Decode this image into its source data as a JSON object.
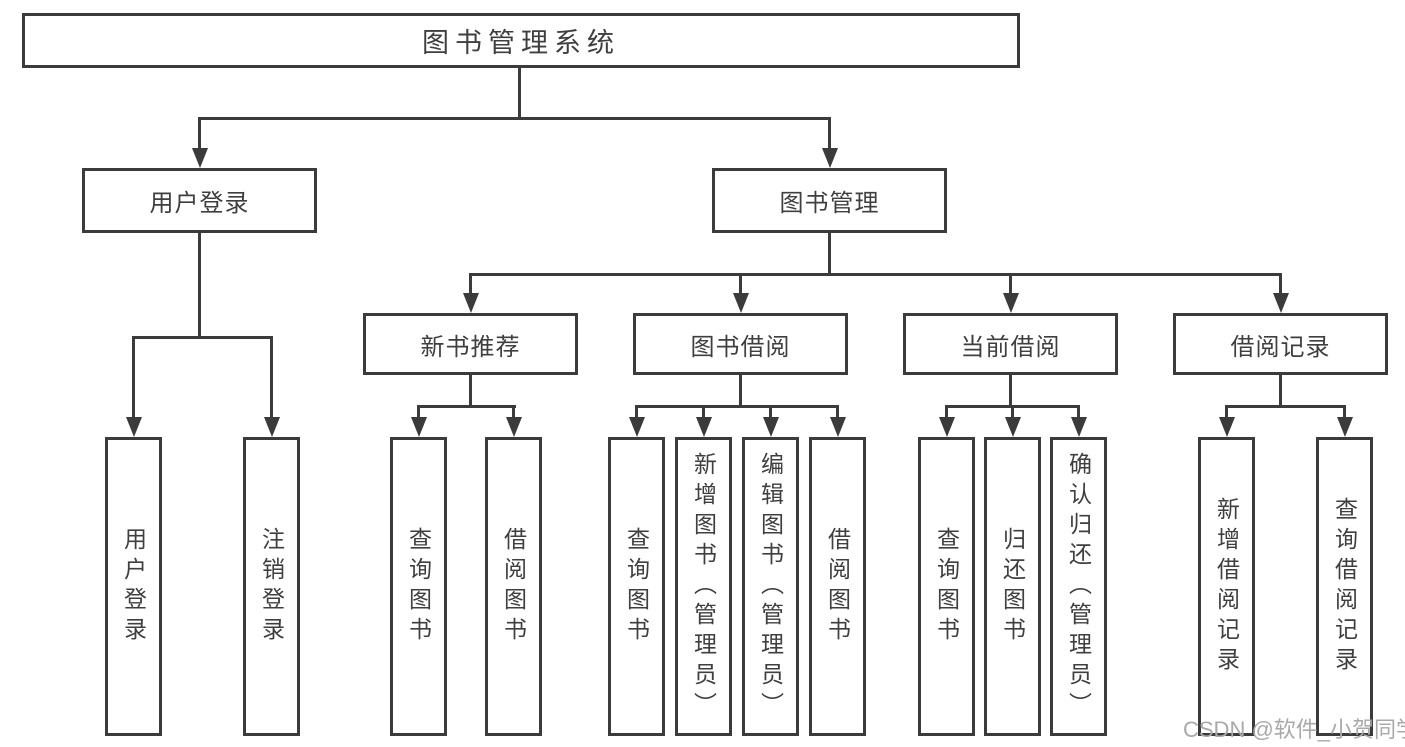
{
  "tree": {
    "label": "图书管理系统",
    "children": [
      {
        "label": "用户登录",
        "children": [
          {
            "label": "用户登录"
          },
          {
            "label": "注销登录"
          }
        ]
      },
      {
        "label": "图书管理",
        "children": [
          {
            "label": "新书推荐",
            "children": [
              {
                "label": "查询图书"
              },
              {
                "label": "借阅图书"
              }
            ]
          },
          {
            "label": "图书借阅",
            "children": [
              {
                "label": "查询图书"
              },
              {
                "label": "新增图书（管理员）"
              },
              {
                "label": "编辑图书（管理员）"
              },
              {
                "label": "借阅图书"
              }
            ]
          },
          {
            "label": "当前借阅",
            "children": [
              {
                "label": "查询图书"
              },
              {
                "label": "归还图书"
              },
              {
                "label": "确认归还（管理员）"
              }
            ]
          },
          {
            "label": "借阅记录",
            "children": [
              {
                "label": "新增借阅记录"
              },
              {
                "label": "查询借阅记录"
              }
            ]
          }
        ]
      }
    ]
  },
  "watermark": {
    "text": "CSDN @软件_小贺同学"
  },
  "colors": {
    "line": "#3b3b3b",
    "text": "#3f3f3f",
    "watermark": "#a9a9a9",
    "background": "#ffffff"
  }
}
